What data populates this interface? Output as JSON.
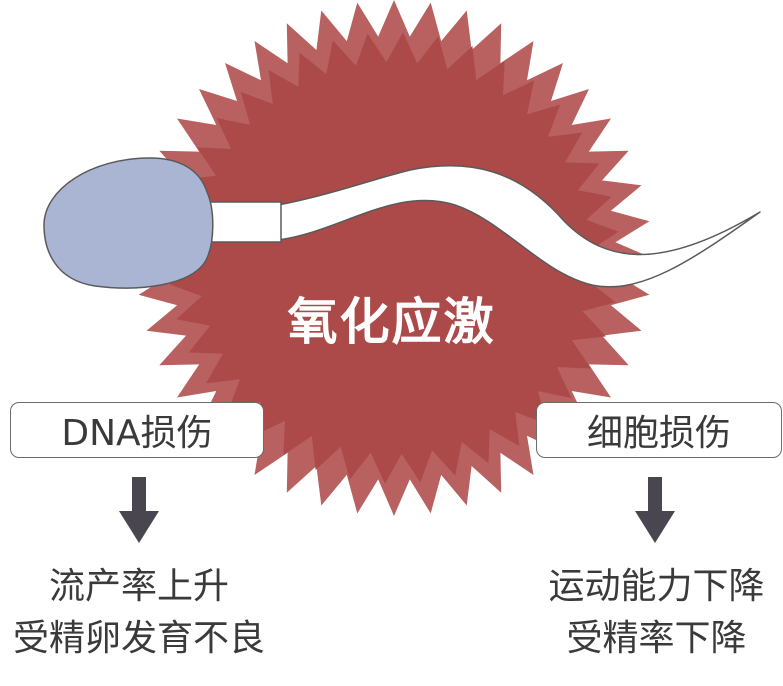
{
  "center": {
    "label": "氧化应激"
  },
  "left_branch": {
    "box_label": "DNA损伤",
    "outcomes": [
      "流产率上升",
      "受精卵发育不良"
    ]
  },
  "right_branch": {
    "box_label": "细胞损伤",
    "outcomes": [
      "运动能力下降",
      "受精率下降"
    ]
  },
  "colors": {
    "burst_outer": "#b96060",
    "burst_inner": "#ac4a4a",
    "sperm_head": "#a9b5d3",
    "outline": "#5a5a5a",
    "arrow": "#4a4650"
  }
}
